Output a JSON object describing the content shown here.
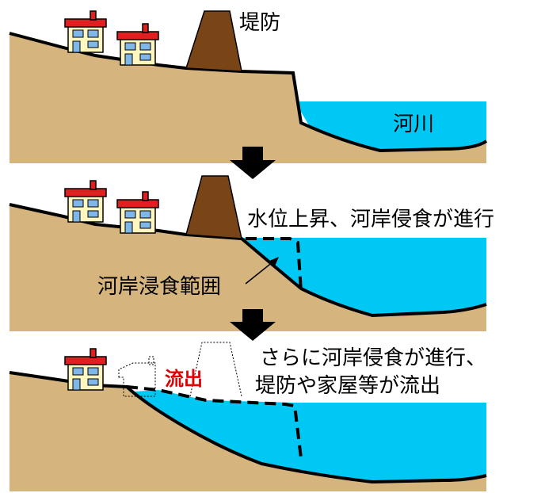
{
  "colors": {
    "soil": "#d6b47e",
    "water": "#00c8f4",
    "levee": "#7a4516",
    "outline": "#000000",
    "roof": "#e02020",
    "wall": "#fff6c0",
    "window": "#7fb8e8",
    "outflow_label": "#e00000"
  },
  "icons": {
    "house": "house-icon",
    "arrow": "arrow-down-icon",
    "ghost_house": "washed-away-house-outline-icon",
    "ghost_levee": "washed-away-levee-outline-icon"
  },
  "panel1": {
    "levee_label": "堤防",
    "river_label": "河川"
  },
  "panel2": {
    "caption": "水位上昇、河岸侵食が進行",
    "erosion_label": "河岸浸食範囲"
  },
  "panel3": {
    "caption_line1": "さらに河岸侵食が進行、",
    "caption_line2": "堤防や家屋等が流出",
    "outflow_label": "流出"
  }
}
